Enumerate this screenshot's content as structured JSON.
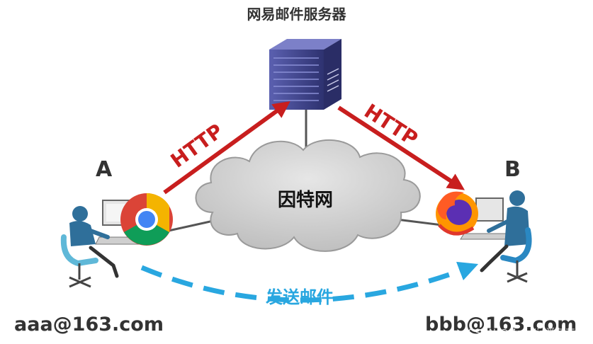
{
  "server_title": "网易邮件服务器",
  "label_a": "A",
  "label_b": "B",
  "protocol_left": "HTTP",
  "protocol_right": "HTTP",
  "internet_label": "因特网",
  "send_label": "发送邮件",
  "email_a": "aaa@163.com",
  "email_b": "bbb@163.com",
  "watermark": "CSDN @Zevalin爱灰灰",
  "colors": {
    "http_arrow": "#c81e1e",
    "send_arrow": "#29a7e0",
    "cloud": "#c9c9c9",
    "server": "#3b3f8a",
    "figure": "#2f6f9a"
  },
  "icons": [
    "server-icon",
    "cloud-icon",
    "chrome-icon",
    "firefox-icon",
    "user-a-icon",
    "user-b-icon"
  ]
}
